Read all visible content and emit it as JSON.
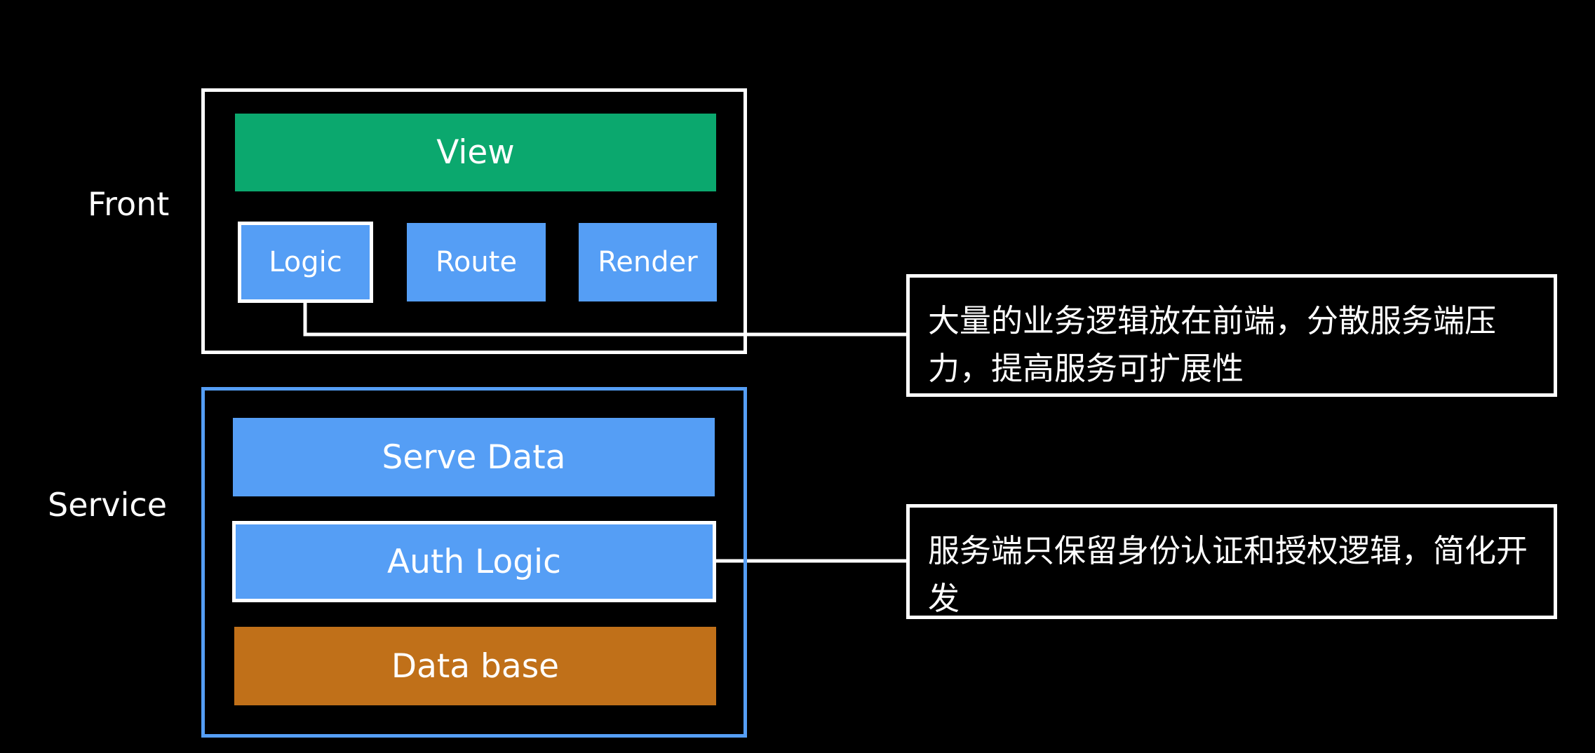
{
  "colors": {
    "background": "#000000",
    "view_block": "#0ba86e",
    "blue_block": "#559ef5",
    "database_block": "#c07019",
    "front_frame": "#ffffff",
    "service_frame": "#559ef5",
    "outline": "#ffffff"
  },
  "front": {
    "label": "Front",
    "view": "View",
    "logic": "Logic",
    "route": "Route",
    "render": "Render"
  },
  "service": {
    "label": "Service",
    "serve_data": "Serve Data",
    "auth_logic": "Auth Logic",
    "database": "Data base"
  },
  "notes": {
    "front_note": "大量的业务逻辑放在前端，分散服务端压力，提高服务可扩展性",
    "service_note": "服务端只保留身份认证和授权逻辑，简化开发"
  }
}
